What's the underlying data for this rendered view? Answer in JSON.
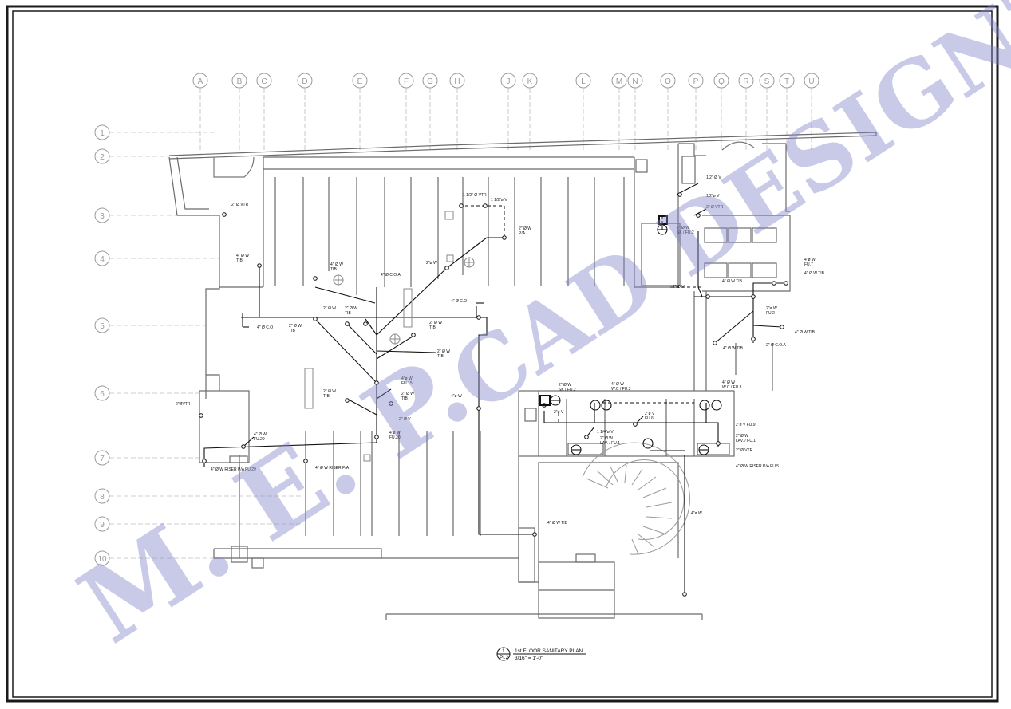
{
  "drawing": {
    "title": "1st FLOOR SANITARY PLAN",
    "scale": "3/16\" = 1'-0\"",
    "detail_number": "1",
    "sheet_number": "Pl.2"
  },
  "watermark": {
    "line1": "M. E. P.",
    "line2": "CAD DESIGNZ",
    "color": "#7f80c8"
  },
  "grid_columns": [
    "A",
    "B",
    "C",
    "D",
    "E",
    "F",
    "G",
    "H",
    "J",
    "K",
    "L",
    "M",
    "N",
    "O",
    "P",
    "Q",
    "R",
    "S",
    "T",
    "U"
  ],
  "grid_rows": [
    "1",
    "2",
    "3",
    "4",
    "5",
    "6",
    "7",
    "8",
    "9",
    "10"
  ],
  "annotations": [
    "2\" Ø VTR",
    "4\" Ø W",
    "TIB",
    "4\" Ø C.O",
    "2\" Ø W",
    "4\" Ø C.O.A",
    "1 1/2\" Ø VTR",
    "1 1/2\"ø V",
    "2\" Ø W",
    "P/A",
    "2\"ø W",
    "4\" Ø C.O",
    "4\"ø W",
    "FU.15",
    "2\" Ø V",
    "FU.20",
    "FU.29",
    "4\" Ø W RISER P/A",
    "4\" Ø W RISER P/A FU.29",
    "2\"ØVTR",
    "SK / FU.2",
    "W.C / FU.3",
    "2\"ø V",
    "FU.6",
    "1 1/4\"ø V",
    "LAV. / FU.1",
    "2\"ø V FU.9",
    "4\" Ø W RISER P/A FU.5",
    "1/2\" Ø V",
    "1/2\"ø V",
    "4\"ø W",
    "FU.7",
    "2\"ø W",
    "FU.2",
    "2\" Ø C.O.A",
    "2\" Ø V",
    "4\" Ø W TIB"
  ]
}
